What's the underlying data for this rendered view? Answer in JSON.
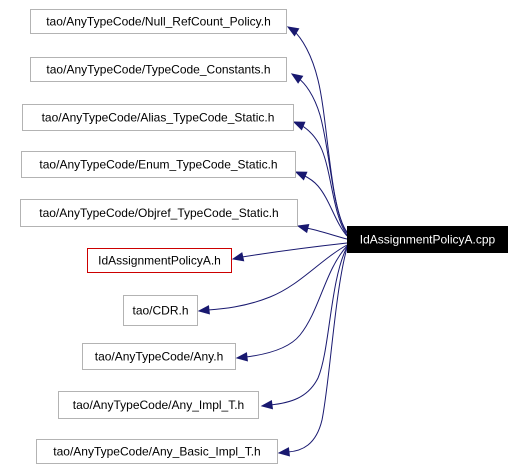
{
  "diagram": {
    "source": {
      "id": "root",
      "label": "IdAssignmentPolicyA.cpp"
    },
    "includes": [
      {
        "id": "n1",
        "label": "tao/AnyTypeCode/Null_RefCount_Policy.h",
        "style": "normal"
      },
      {
        "id": "n2",
        "label": "tao/AnyTypeCode/TypeCode_Constants.h",
        "style": "normal"
      },
      {
        "id": "n3",
        "label": "tao/AnyTypeCode/Alias_TypeCode_Static.h",
        "style": "normal"
      },
      {
        "id": "n4",
        "label": "tao/AnyTypeCode/Enum_TypeCode_Static.h",
        "style": "normal"
      },
      {
        "id": "n5",
        "label": "tao/AnyTypeCode/Objref_TypeCode_Static.h",
        "style": "normal"
      },
      {
        "id": "n6",
        "label": "IdAssignmentPolicyA.h",
        "style": "highlight"
      },
      {
        "id": "n7",
        "label": "tao/CDR.h",
        "style": "normal"
      },
      {
        "id": "n8",
        "label": "tao/AnyTypeCode/Any.h",
        "style": "normal"
      },
      {
        "id": "n9",
        "label": "tao/AnyTypeCode/Any_Impl_T.h",
        "style": "normal"
      },
      {
        "id": "n10",
        "label": "tao/AnyTypeCode/Any_Basic_Impl_T.h",
        "style": "normal"
      }
    ],
    "colors": {
      "edge": "#191970",
      "node_border": "#b3b3b3",
      "highlight_border": "#cc0000",
      "root_fill": "#000000",
      "root_text": "#ffffff"
    }
  }
}
